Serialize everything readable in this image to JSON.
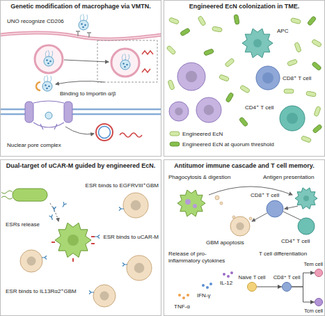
{
  "diagram": {
    "nodes": [
      {
        "text": [
          "Genetic modification of macrophage via VMTN."
        ]
      },
      {
        "text": [
          "Engineered EcN colonization in TME."
        ]
      },
      {
        "text": [
          "Dual-target of uCAR-M guided by engineered EcN."
        ]
      },
      {
        "text": [
          "Antitumor immune cascade and T cell memory."
        ]
      },
      {
        "text": [
          "Naive T cell"
        ],
        "in": 3
      },
      {
        "text": [
          "CD8⁺ T cell"
        ],
        "in": 3
      },
      {
        "text": [
          "Tem cell"
        ],
        "in": 3
      },
      {
        "text": [
          "Tcm cell"
        ],
        "in": 3
      }
    ],
    "edges": [
      {
        "from": 4,
        "to": 5,
        "arrow": "to"
      },
      {
        "from": 5,
        "to": 6,
        "arrow": "to"
      },
      {
        "from": 5,
        "to": 7,
        "arrow": "to"
      }
    ],
    "labels": [
      "UNO recognize CD206",
      "Binding to Importin α/β",
      "Nuclear pore complex",
      "APC",
      "CD8⁺ T cell",
      "CD4⁺ T cell",
      "ESRs release",
      "ESR binds to EGFRVIII⁺GBM",
      "ESR binds to uCAR-M",
      "ESR binds to IL13Rα2⁺GBM",
      "Phagocytosis & digestion",
      "Antigen presentation",
      "CD8⁺ T cell",
      "GBM apoptosis",
      "CD4⁺ T cell",
      "T cell differentiation",
      "Release of pro-inflammatory cytokines",
      "TNF-α",
      "IFN-γ",
      "IL-12"
    ],
    "legend": [
      {
        "text": "Engineered EcN"
      },
      {
        "text": "Engineered EcN at quorum threshold"
      }
    ]
  }
}
